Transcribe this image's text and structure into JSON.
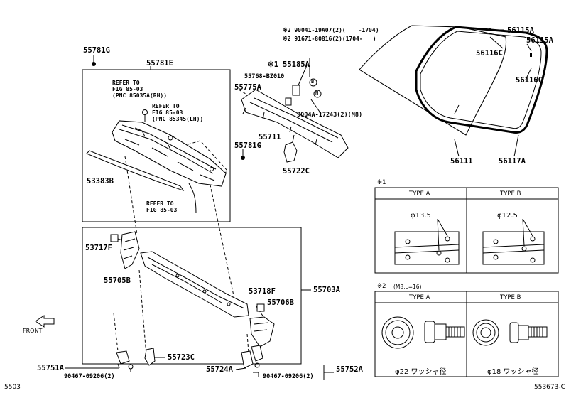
{
  "footer": {
    "left_code": "5503",
    "right_code": "553673-C"
  },
  "front_label": "FRONT",
  "parts": {
    "p55781G_top": "55781G",
    "p55781E": "55781E",
    "p53383B": "53383B",
    "p55775A": "55775A",
    "p55768": "55768-BZ010",
    "p55185A": "55185A",
    "p55185A_mark": "※1",
    "p55711": "55711",
    "p55781G_mid": "55781G",
    "p55722C": "55722C",
    "p9004A": "9004A-17243(2)(M8)",
    "p53717F": "53717F",
    "p55705B": "55705B",
    "p55703A": "55703A",
    "p53718F": "53718F",
    "p55706B": "55706B",
    "p55723C": "55723C",
    "p55751A": "55751A",
    "p55724A": "55724A",
    "p55752A": "55752A",
    "p90467_left": "90467-09206(2)",
    "p90467_right": "90467-09206(2)",
    "p56115A_a": "56115A",
    "p56115A_b": "56115A",
    "p56116C_a": "56116C",
    "p56116C_b": "56116C",
    "p56111": "56111",
    "p56117A": "56117A"
  },
  "bolt_notes": {
    "line1_mark": "※2",
    "line1_part": "90041-19A07(2)(",
    "line1_range": "-1704)",
    "line2_mark": "※2",
    "line2_part": "91671-80816(2)(1704-",
    "line2_close": ")"
  },
  "callouts": {
    "b": "B",
    "n": "N"
  },
  "refer_notes": {
    "r1_l1": "REFER TO",
    "r1_l2": "FIG 85-03",
    "r1_l3": "(PNC 85035A(RH))",
    "r2_l1": "REFER TO",
    "r2_l2": "FIG 85-03",
    "r2_l3": "(PNC 85345(LH))",
    "r3_l1": "REFER TO",
    "r3_l2": "FIG 85-03"
  },
  "table1": {
    "mark": "※1",
    "type_a": "TYPE A",
    "type_b": "TYPE B",
    "dim_a": "φ13.5",
    "dim_b": "φ12.5"
  },
  "table2": {
    "mark": "※2",
    "spec": "(M8,L=16)",
    "type_a": "TYPE A",
    "type_b": "TYPE B",
    "cap_a": "φ22 ワッシャ径",
    "cap_b": "φ18 ワッシャ径"
  }
}
